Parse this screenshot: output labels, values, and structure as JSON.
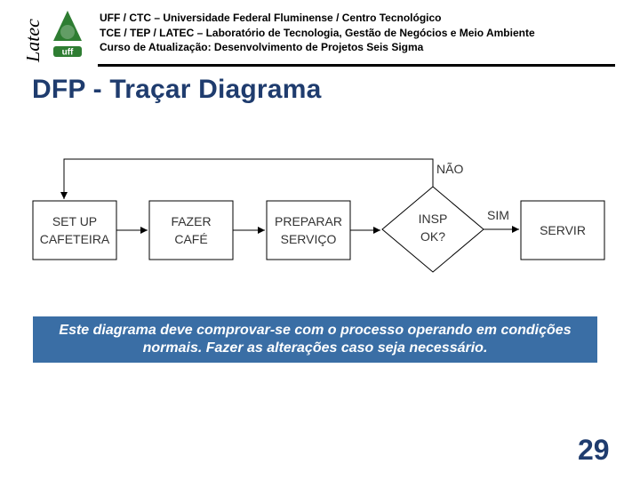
{
  "logo": {
    "vertical_text": "Latec",
    "badge_text": "uff"
  },
  "header": {
    "line1": "UFF / CTC – Universidade Federal Fluminense / Centro Tecnológico",
    "line2": "TCE / TEP / LATEC – Laboratório de Tecnologia, Gestão de Negócios e Meio Ambiente",
    "line3": "Curso de Atualização: Desenvolvimento de Projetos Seis Sigma"
  },
  "title": "DFP - Traçar Diagrama",
  "diagram": {
    "nodes": [
      {
        "id": "setup",
        "label": "SET UP\nCAFETEIRA"
      },
      {
        "id": "fazer",
        "label": "FAZER\nCAFÉ"
      },
      {
        "id": "preparar",
        "label": "PREPARAR\nSERVIÇO"
      },
      {
        "id": "insp",
        "label": "INSP\nOK?"
      },
      {
        "id": "servir",
        "label": "SERVIR"
      }
    ],
    "edge_labels": {
      "no": "NÃO",
      "yes": "SIM"
    }
  },
  "note": "Este diagrama deve comprovar-se com o processo operando em condições normais. Fazer as alterações caso seja necessário.",
  "page_number": "29",
  "colors": {
    "title": "#1f3c6e",
    "note_bg": "#3a6ea5",
    "logo_green": "#2e7d32"
  }
}
